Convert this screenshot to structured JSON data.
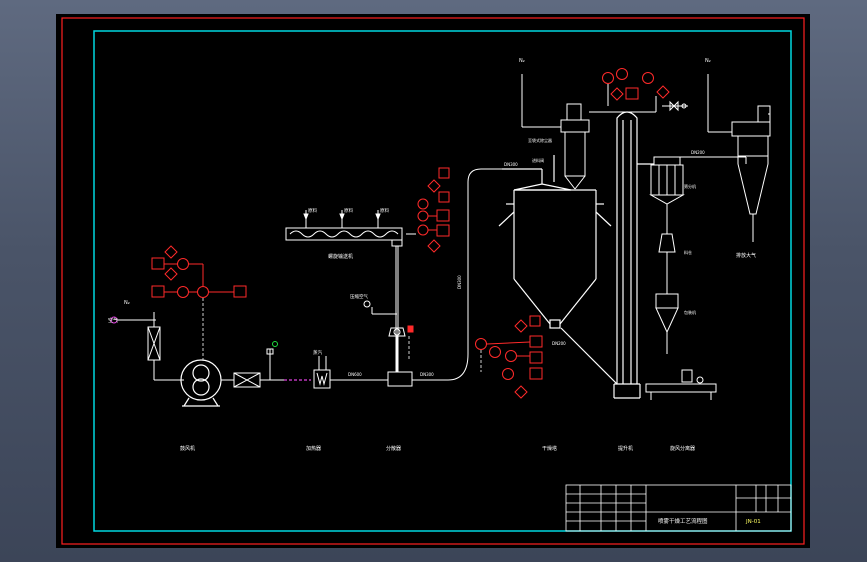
{
  "title_block": {
    "drawing_title": "喷雾干燥工艺流程图",
    "drawing_number": "JN-01"
  },
  "labels": {
    "n2_left": "N₂",
    "n2_right": "N₂",
    "steam": "蒸汽",
    "compressed_air": "压缩空气",
    "exhaust_out": "排放大气",
    "blower": "鼓风机",
    "heater": "加热器",
    "disperser": "分散器",
    "dryer": "干燥塔",
    "elevator": "提升机",
    "cyclone": "旋风分离器",
    "feeder": "进料机",
    "screw_conveyor": "螺旋输送机"
  },
  "colors": {
    "frame": "#ff2020",
    "border": "#00d8e0",
    "lines": "#ffffff",
    "instrument": "#ff2a2a",
    "accent_magenta": "#e040e0",
    "accent_green": "#20e040"
  }
}
